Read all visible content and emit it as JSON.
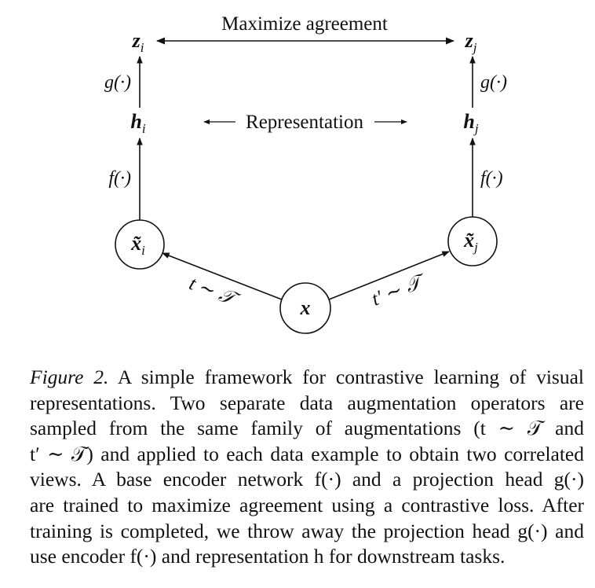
{
  "diagram": {
    "top_label": "Maximize agreement",
    "middle_label": "Representation",
    "left_top_node": {
      "base": "z",
      "sub": "i"
    },
    "right_top_node": {
      "base": "z",
      "sub": "j"
    },
    "left_mid_node": {
      "base": "h",
      "sub": "i"
    },
    "right_mid_node": {
      "base": "h",
      "sub": "j"
    },
    "left_view_node": {
      "base": "x̃",
      "sub": "i"
    },
    "right_view_node": {
      "base": "x̃",
      "sub": "j"
    },
    "input_node": "x",
    "projection_fn": "g(·)",
    "encoder_fn": "f(·)",
    "left_aug": "t ∼ 𝒯",
    "right_aug": "t′ ∼ 𝒯"
  },
  "caption": {
    "label": "Figure 2.",
    "lines": [
      "A simple framework for contrastive learning of visual",
      "representations.  Two separate data augmentation operators are",
      "sampled from the same family of augmentations (t ∼ 𝒯 and",
      "t′ ∼ 𝒯) and applied to each data example to obtain two correlated",
      "views.  A base encoder network f(·) and a projection head g(·)",
      "are trained to maximize agreement using a contrastive loss. After",
      "training is completed, we throw away the projection head g(·) and",
      "use encoder f(·) and representation h for downstream tasks."
    ]
  }
}
